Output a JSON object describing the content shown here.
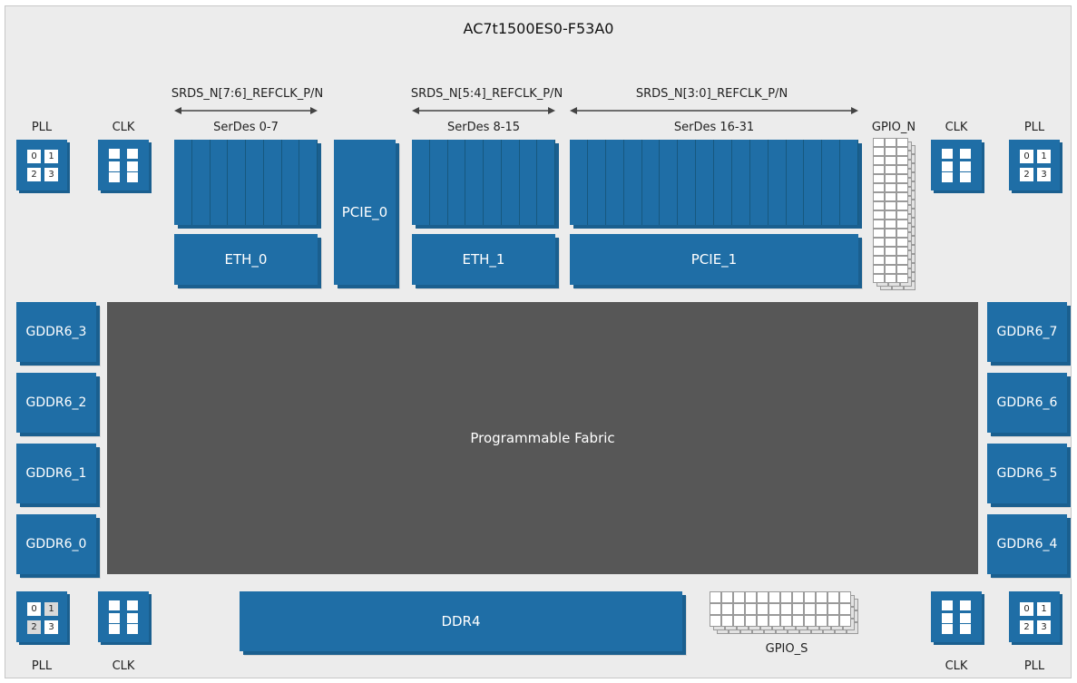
{
  "title": "AC7t1500ES0-F53A0",
  "refclk": {
    "a": "SRDS_N[7:6]_REFCLK_P/N",
    "b": "SRDS_N[5:4]_REFCLK_P/N",
    "c": "SRDS_N[3:0]_REFCLK_P/N"
  },
  "serdes": {
    "a": "SerDes 0-7",
    "b": "SerDes 8-15",
    "c": "SerDes 16-31"
  },
  "labels": {
    "pll": "PLL",
    "clk": "CLK",
    "gpio_n": "GPIO_N",
    "gpio_s": "GPIO_S"
  },
  "blocks": {
    "eth0": "ETH_0",
    "eth1": "ETH_1",
    "pcie0": "PCIE_0",
    "pcie1": "PCIE_1",
    "fabric": "Programmable Fabric",
    "ddr4": "DDR4"
  },
  "gddr": {
    "g0": "GDDR6_0",
    "g1": "GDDR6_1",
    "g2": "GDDR6_2",
    "g3": "GDDR6_3",
    "g4": "GDDR6_4",
    "g5": "GDDR6_5",
    "g6": "GDDR6_6",
    "g7": "GDDR6_7"
  },
  "pll_cells": [
    "0",
    "1",
    "2",
    "3"
  ],
  "colors": {
    "block": "#1f6ea6",
    "fabric": "#575757",
    "background": "#ececec"
  }
}
